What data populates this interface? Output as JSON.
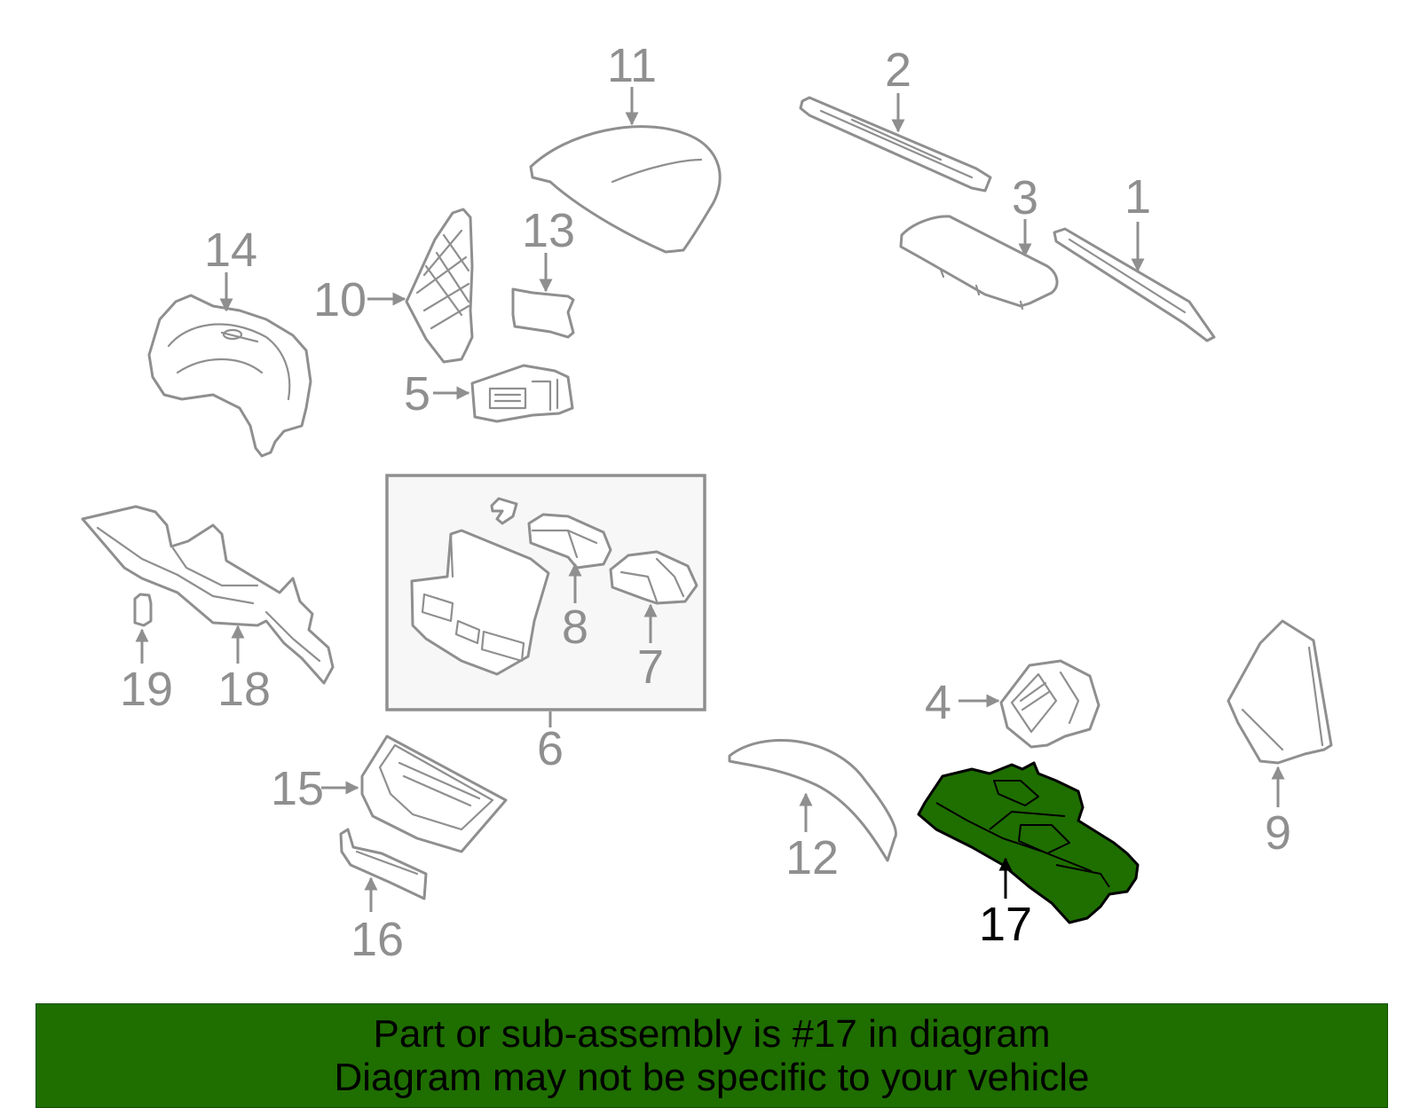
{
  "highlight": {
    "part_number": "17",
    "color": "#1f6e00"
  },
  "callouts": {
    "c1": "1",
    "c2": "2",
    "c3": "3",
    "c4": "4",
    "c5": "5",
    "c6": "6",
    "c7": "7",
    "c8": "8",
    "c9": "9",
    "c10": "10",
    "c11": "11",
    "c12": "12",
    "c13": "13",
    "c14": "14",
    "c15": "15",
    "c16": "16",
    "c17": "17",
    "c18": "18",
    "c19": "19"
  },
  "banner": {
    "line1": "Part or sub-assembly is #17 in diagram",
    "line2": "Diagram may not be specific to your vehicle"
  }
}
